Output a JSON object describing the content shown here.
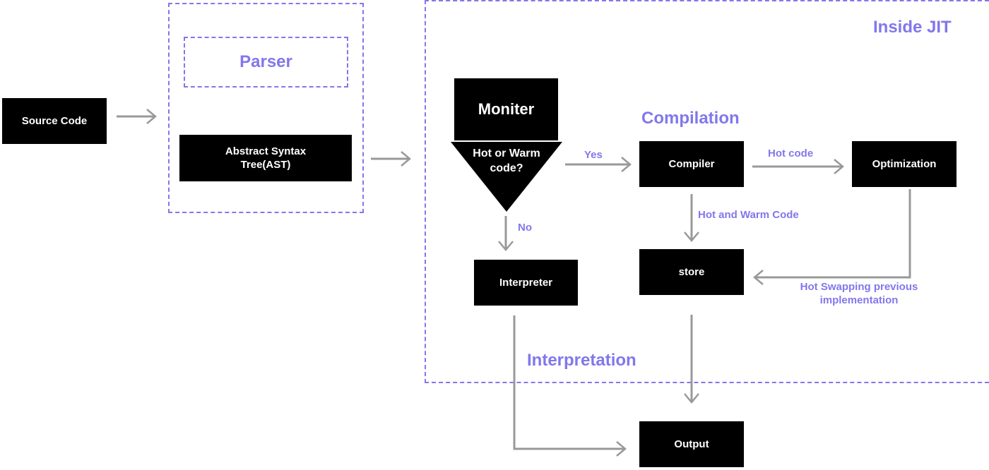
{
  "nodes": {
    "source_code": "Source Code",
    "parser": "Parser",
    "ast": "Abstract Syntax Tree(AST)",
    "monitor": "Moniter",
    "decision": "Hot or Warm code?",
    "interpreter": "Interpreter",
    "compiler": "Compiler",
    "optimization": "Optimization",
    "store": "store",
    "output": "Output"
  },
  "sections": {
    "inside_jit": "Inside JIT",
    "compilation": "Compilation",
    "interpretation": "Interpretation"
  },
  "edge_labels": {
    "yes": "Yes",
    "no": "No",
    "hot_code": "Hot code",
    "hot_and_warm": "Hot and Warm Code",
    "hot_swapping": "Hot Swapping previous implementation"
  },
  "colors": {
    "accent": "#8277ec",
    "node_fill": "#000000",
    "node_text": "#ffffff",
    "arrow": "#999999"
  }
}
